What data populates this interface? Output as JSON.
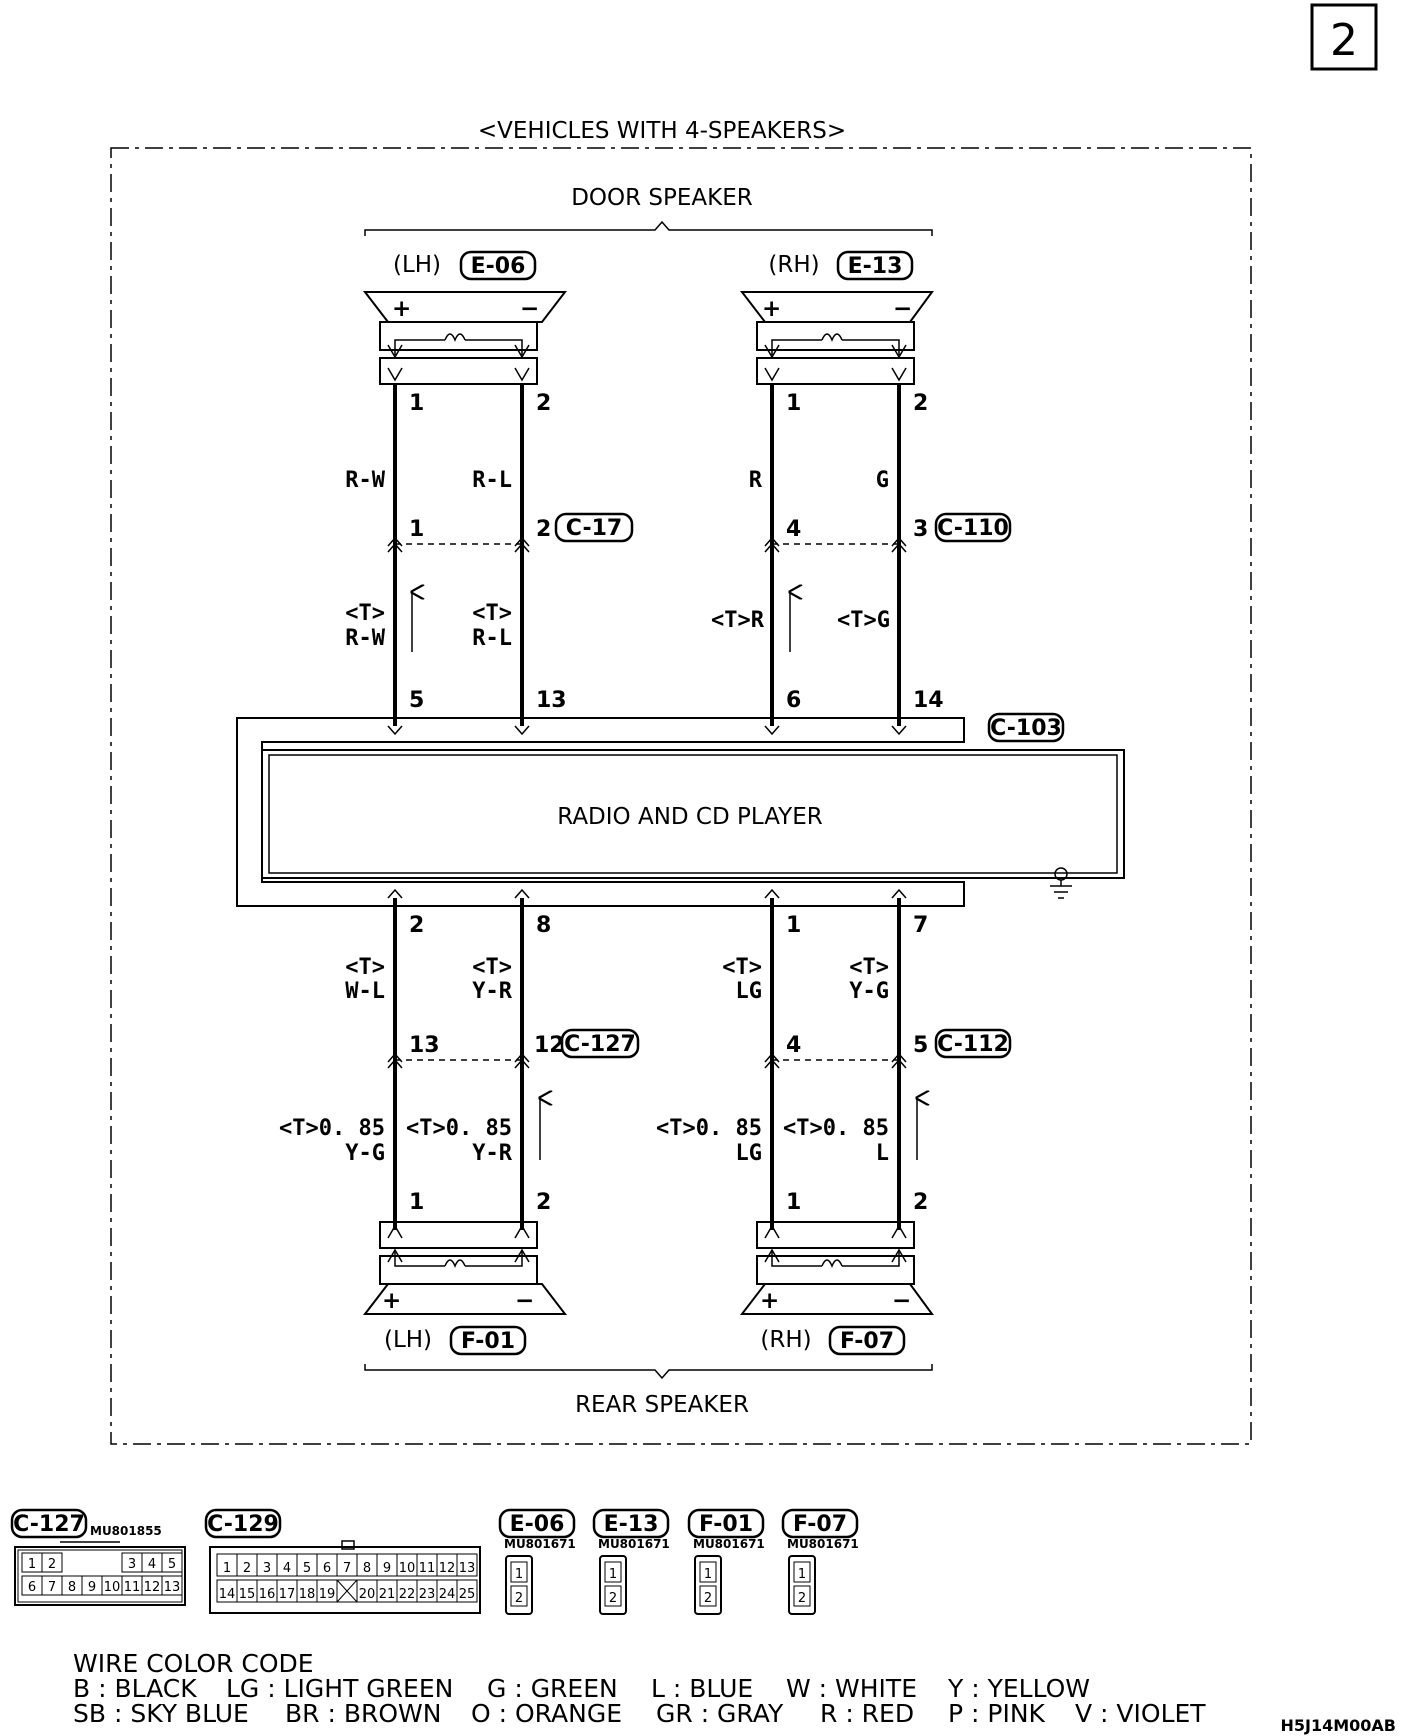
{
  "page_number": "2",
  "figure_code": "H5J14M00AB",
  "section_title": "<VEHICLES WITH 4-SPEAKERS>",
  "door_speaker": {
    "title": "DOOR SPEAKER",
    "lh": {
      "side": "(LH)",
      "connector": "E-06",
      "pin_a": "1",
      "pin_b": "2",
      "wire_a": "R-W",
      "wire_b": "R-L",
      "jc": "C-17",
      "jc_pin_a": "1",
      "jc_pin_b": "2",
      "t_wire_a": "<T>",
      "t_wire_a2": "R-W",
      "t_wire_b": "<T>",
      "t_wire_b2": "R-L",
      "unit_pin_a": "5",
      "unit_pin_b": "13"
    },
    "rh": {
      "side": "(RH)",
      "connector": "E-13",
      "pin_a": "1",
      "pin_b": "2",
      "wire_a": "R",
      "wire_b": "G",
      "jc": "C-110",
      "jc_pin_a": "4",
      "jc_pin_b": "3",
      "t_wire_a": "<T>R",
      "t_wire_b": "<T>G",
      "unit_pin_a": "6",
      "unit_pin_b": "14"
    }
  },
  "unit": {
    "label": "RADIO AND CD PLAYER",
    "connector": "C-103"
  },
  "rear_speaker": {
    "title": "REAR  SPEAKER",
    "lh": {
      "side": "(LH)",
      "connector": "F-01",
      "unit_pin_a": "2",
      "unit_pin_b": "8",
      "t_wire_a": "<T>",
      "t_wire_a2": "W-L",
      "t_wire_b": "<T>",
      "t_wire_b2": "Y-R",
      "jc": "C-127",
      "jc_pin_a": "13",
      "jc_pin_b": "12",
      "wire_a": "<T>0. 85",
      "wire_a2": "Y-G",
      "wire_b": "<T>0. 85",
      "wire_b2": "Y-R",
      "pin_a": "1",
      "pin_b": "2"
    },
    "rh": {
      "side": "(RH)",
      "connector": "F-07",
      "unit_pin_a": "1",
      "unit_pin_b": "7",
      "t_wire_a": "<T>",
      "t_wire_a2": "LG",
      "t_wire_b": "<T>",
      "t_wire_b2": "Y-G",
      "jc": "C-112",
      "jc_pin_a": "4",
      "jc_pin_b": "5",
      "wire_a": "<T>0. 85",
      "wire_a2": "LG",
      "wire_b": "<T>0. 85",
      "wire_b2": "L",
      "pin_a": "1",
      "pin_b": "2"
    }
  },
  "plus_sign": "+",
  "minus_sign": "−",
  "connectors": {
    "c127": {
      "name": "C-127",
      "part": "MU801855",
      "row1": [
        "1",
        "2",
        "3",
        "4",
        "5"
      ],
      "row2": [
        "6",
        "7",
        "8",
        "9",
        "10",
        "11",
        "12",
        "13"
      ]
    },
    "c129": {
      "name": "C-129",
      "row1": [
        "1",
        "2",
        "3",
        "4",
        "5",
        "6",
        "7",
        "8",
        "9",
        "10",
        "11",
        "12",
        "13"
      ],
      "row2": [
        "14",
        "15",
        "16",
        "17",
        "18",
        "19",
        "20",
        "21",
        "22",
        "23",
        "24",
        "25"
      ]
    },
    "small": [
      {
        "name": "E-06",
        "part": "MU801671",
        "pins": [
          "1",
          "2"
        ]
      },
      {
        "name": "E-13",
        "part": "MU801671",
        "pins": [
          "1",
          "2"
        ]
      },
      {
        "name": "F-01",
        "part": "MU801671",
        "pins": [
          "1",
          "2"
        ]
      },
      {
        "name": "F-07",
        "part": "MU801671",
        "pins": [
          "1",
          "2"
        ]
      }
    ]
  },
  "wire_color_code": {
    "title": "WIRE COLOR CODE",
    "row1": [
      "B : BLACK",
      "LG : LIGHT GREEN",
      "G : GREEN",
      "L : BLUE",
      "W : WHITE",
      "Y : YELLOW"
    ],
    "row2": [
      "SB : SKY BLUE",
      "BR : BROWN",
      "O : ORANGE",
      "GR : GRAY",
      "R : RED",
      "P : PINK",
      "V : VIOLET"
    ]
  }
}
